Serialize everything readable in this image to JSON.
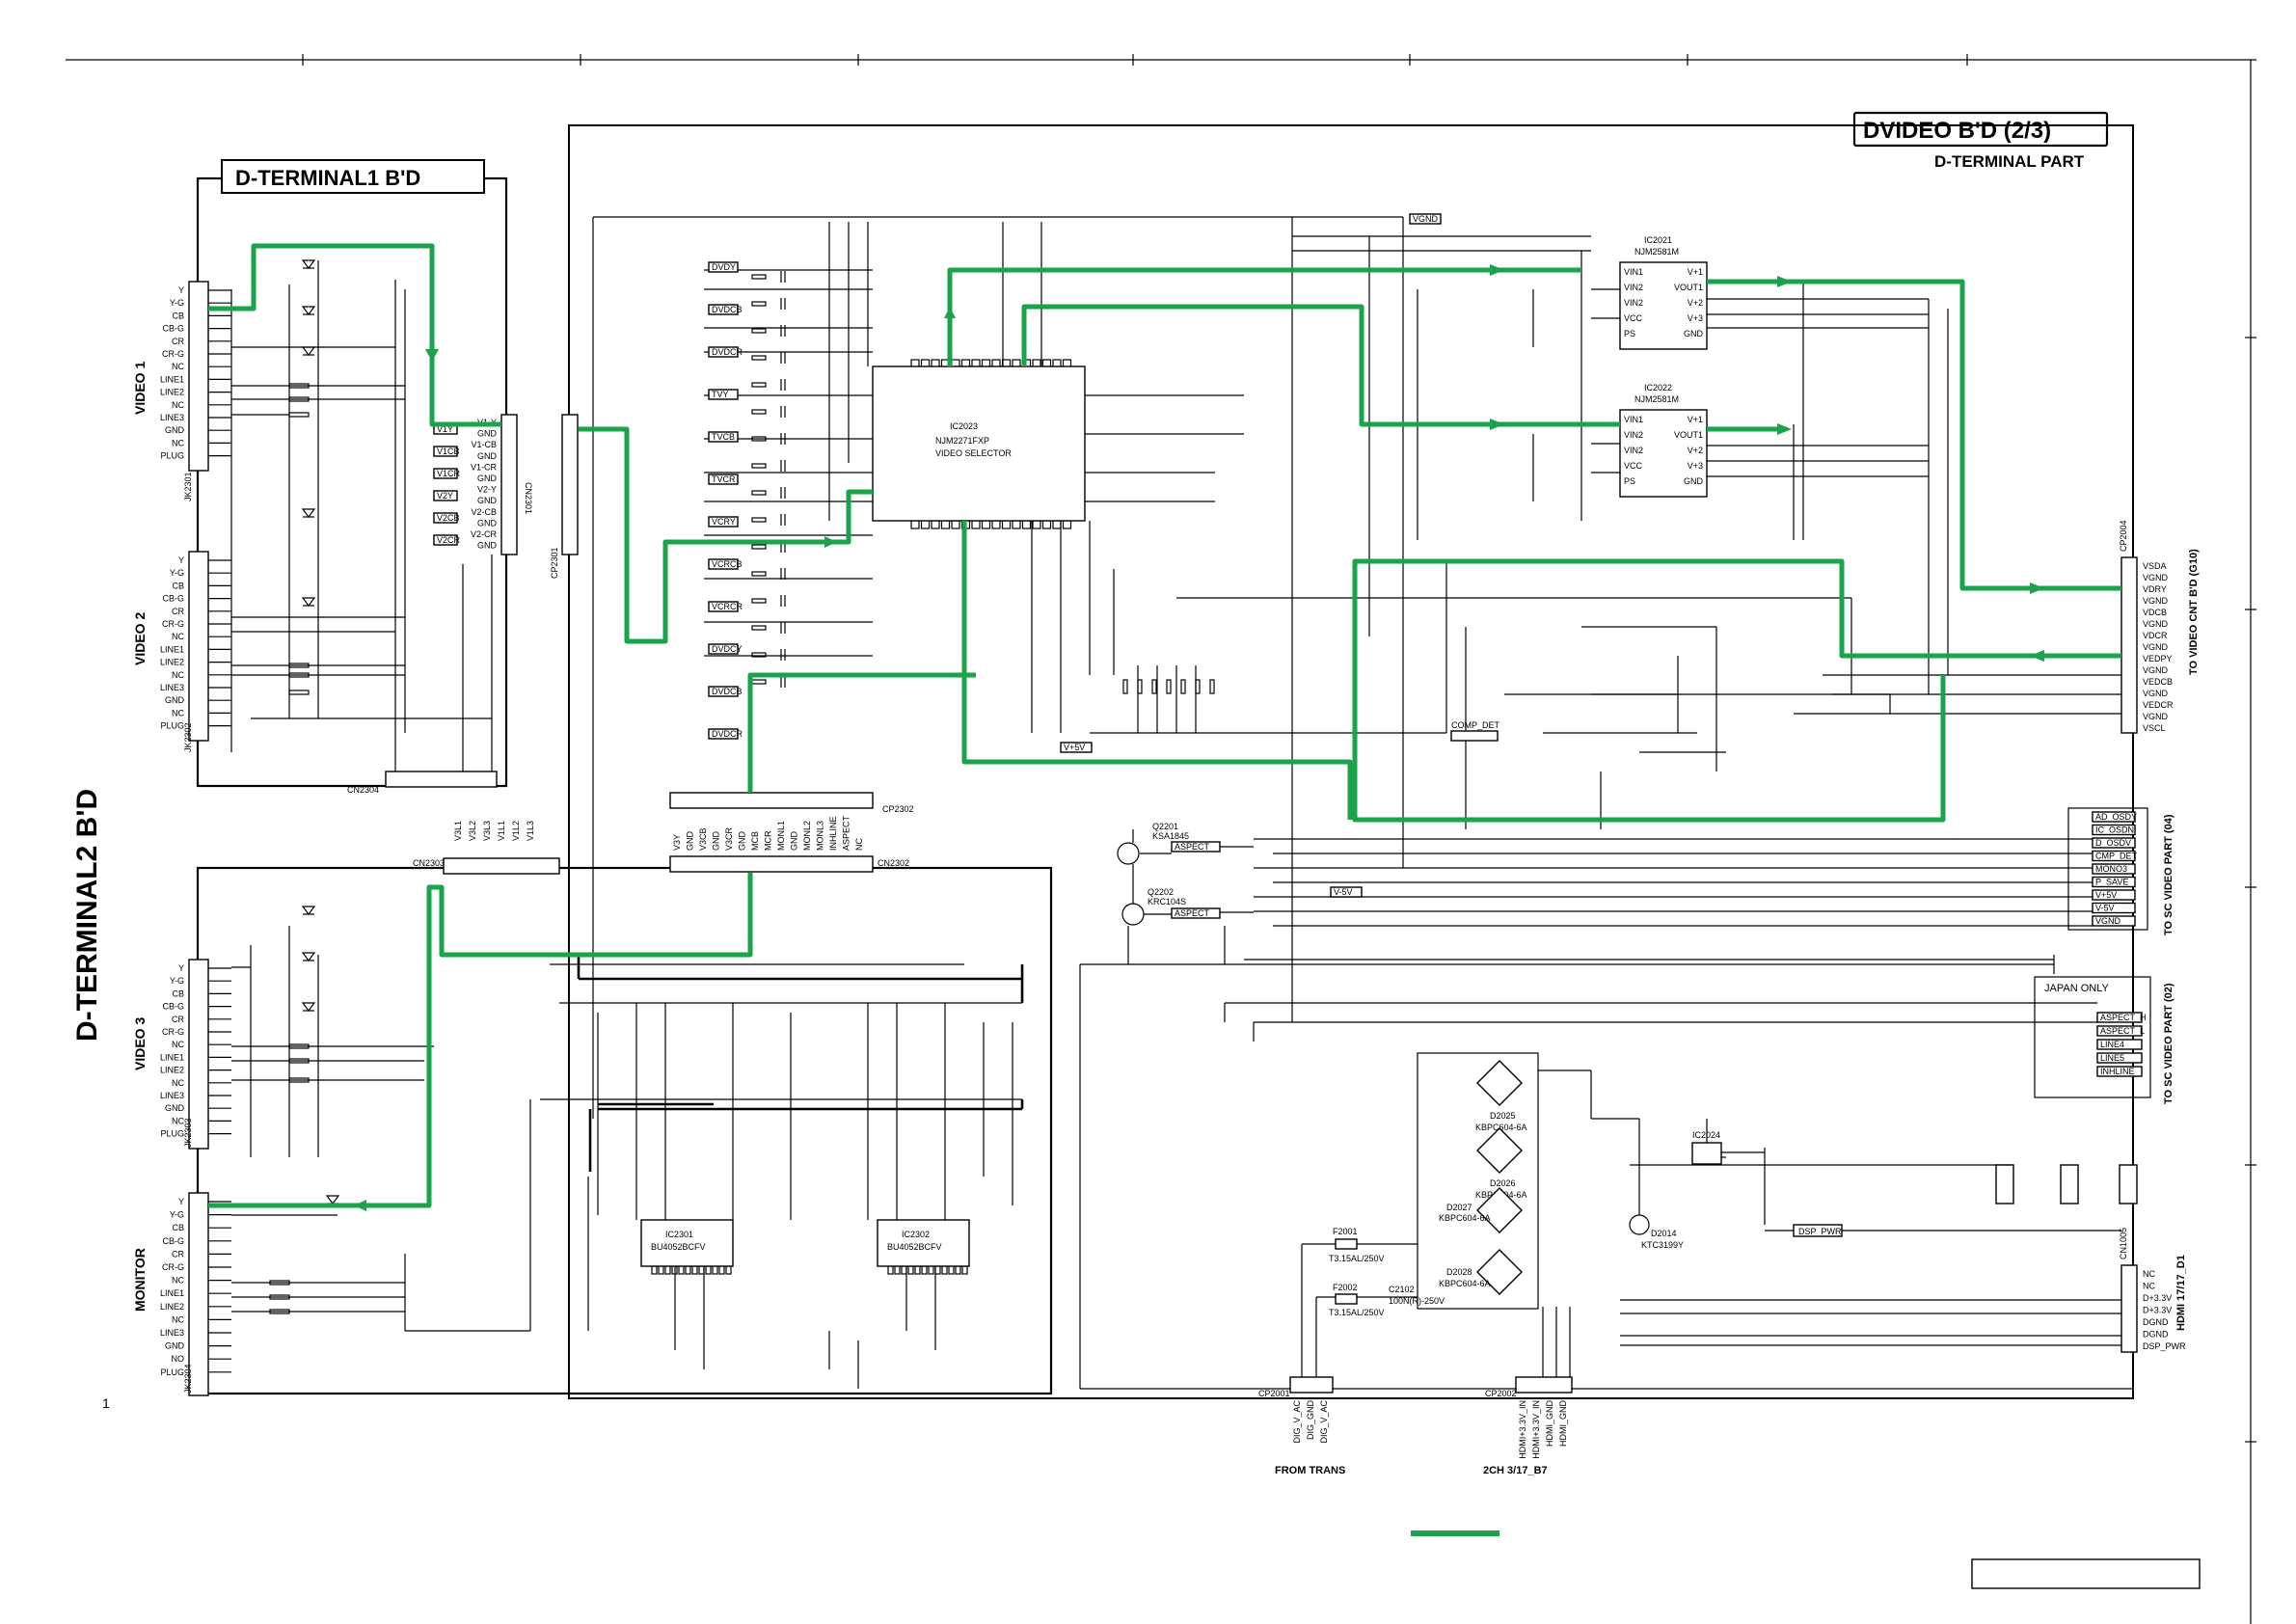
{
  "sheet": {
    "title": "DVIDEO B'D (2/3)",
    "subtitle": "D-TERMINAL PART",
    "page_number": "1"
  },
  "boards": {
    "dterm1": "D-TERMINAL1 B'D",
    "dterm2": "D-TERMINAL2 B'D"
  },
  "jacks": {
    "video1": {
      "label": "VIDEO 1",
      "ref": "JK2301",
      "pins": [
        "Y",
        "Y-G",
        "CB",
        "CB-G",
        "CR",
        "CR-G",
        "NC",
        "LINE1",
        "LINE2",
        "NC",
        "LINE3",
        "GND",
        "NC",
        "PLUG"
      ]
    },
    "video2": {
      "label": "VIDEO 2",
      "ref": "JK2302",
      "pins": [
        "Y",
        "Y-G",
        "CB",
        "CB-G",
        "CR",
        "CR-G",
        "NC",
        "LINE1",
        "LINE2",
        "NC",
        "LINE3",
        "GND",
        "NC",
        "PLUG"
      ]
    },
    "video3": {
      "label": "VIDEO 3",
      "ref": "JK2303",
      "pins": [
        "Y",
        "Y-G",
        "CB",
        "CB-G",
        "CR",
        "CR-G",
        "NC",
        "LINE1",
        "LINE2",
        "NC",
        "LINE3",
        "GND",
        "NC",
        "PLUG"
      ]
    },
    "monitor": {
      "label": "MONITOR",
      "ref": "JK2304",
      "pins": [
        "Y",
        "Y-G",
        "CB",
        "CB-G",
        "CR",
        "CR-G",
        "NC",
        "LINE1",
        "LINE2",
        "NC",
        "LINE3",
        "GND",
        "NO",
        "PLUG"
      ]
    }
  },
  "connectors": {
    "cn2301": {
      "ref": "CN2301",
      "pins": [
        "V1-Y",
        "GND",
        "V1-CB",
        "GND",
        "V1-CR",
        "GND",
        "V2-Y",
        "GND",
        "V2-CB",
        "GND",
        "V2-CR",
        "GND"
      ]
    },
    "cn2304": {
      "ref": "CN2304"
    },
    "cn2303": {
      "ref": "CN2303",
      "pins": [
        "V3L1",
        "V3L2",
        "V3L3",
        "V1L1",
        "V1L2",
        "V1L3"
      ]
    },
    "cn2302": {
      "ref": "CN2302",
      "pins": [
        "V3Y",
        "GND",
        "V3CB",
        "GND",
        "V3CR",
        "GND",
        "MCB",
        "MCR",
        "MONL1",
        "GND",
        "MONL2",
        "MONL3",
        "INHLINE",
        "ASPECT",
        "NC"
      ]
    },
    "cp2301": {
      "ref": "CP2301"
    },
    "cp2302": {
      "ref": "CP2302"
    }
  },
  "net_labels_left": [
    "V1Y",
    "V1CB",
    "V1CR",
    "V2Y",
    "V2CB",
    "V2CR"
  ],
  "net_labels_mid": [
    "DVDY",
    "DVDCB",
    "DVDCR",
    "TVY",
    "TVCB",
    "TVCR",
    "VCRY",
    "VCRCB",
    "VCRCR",
    "DVDCY",
    "DVDCB",
    "DVDCR"
  ],
  "ics": {
    "ic2023": {
      "ref": "IC2023",
      "part": "NJM2271FXP",
      "name": "VIDEO SELECTOR"
    },
    "ic2021": {
      "ref": "IC2021",
      "part": "NJM2581M",
      "pins_l": [
        "VIN1",
        "VIN2",
        "VIN2",
        "VCC",
        "PS"
      ],
      "pins_r": [
        "V+1",
        "VOUT1",
        "V+2",
        "V+3",
        "GND"
      ]
    },
    "ic2022": {
      "ref": "IC2022",
      "part": "NJM2581M",
      "pins_l": [
        "VIN1",
        "VIN2",
        "VIN2",
        "VCC",
        "PS"
      ],
      "pins_r": [
        "V+1",
        "VOUT1",
        "V+2",
        "V+3",
        "GND"
      ]
    },
    "ic2301": {
      "ref": "IC2301",
      "part": "BU4052BCFV"
    },
    "ic2302": {
      "ref": "IC2302",
      "part": "BU4052BCFV"
    },
    "ic2024": {
      "ref": "IC2024"
    }
  },
  "diodes": [
    {
      "ref": "D2025",
      "part": "KBPC604-6A"
    },
    {
      "ref": "D2026",
      "part": "KBPC604-6A"
    },
    {
      "ref": "D2027",
      "part": "KBPC604-6A"
    },
    {
      "ref": "D2028",
      "part": "KBPC604-6A"
    }
  ],
  "transistors": [
    {
      "ref": "Q2201",
      "part": "KSA1845"
    },
    {
      "ref": "Q2202",
      "part": "KRC104S"
    },
    {
      "ref": "D2014",
      "part": "KTC3199Y"
    }
  ],
  "fuses": [
    {
      "ref": "F2001",
      "rating": "T3.15AL/250V"
    },
    {
      "ref": "F2002",
      "rating": "T3.15AL/250V"
    }
  ],
  "right_connectors": {
    "video_cnt": {
      "ref": "CP2004",
      "title": "TO VIDEO CNT B'D (G10)",
      "pins": [
        "VSDA",
        "VGND",
        "VDRY",
        "VGND",
        "VDCB",
        "VGND",
        "VDCR",
        "VGND",
        "VEDPY",
        "VGND",
        "VEDCB",
        "VGND",
        "VEDCR",
        "VGND",
        "VSCL"
      ]
    },
    "sc_video_04": {
      "title": "TO SC VIDEO PART (04)",
      "pins": [
        "AD_OSDY",
        "IC_OSDN",
        "D_OSDV",
        "CMP_DET",
        "MONO3",
        "P_SAVE",
        "V+5V",
        "V-5V",
        "VGND"
      ]
    },
    "sc_video_02": {
      "title": "TO SC VIDEO PART (02)",
      "note": "JAPAN ONLY",
      "pins": [
        "ASPECT_H",
        "ASPECT_L",
        "LINE4",
        "LINE5",
        "INHLINE"
      ]
    },
    "hdmi": {
      "ref": "CN1005",
      "title": "HDMI 17/17_D1",
      "pins": [
        "NC",
        "NC",
        "D+3.3V",
        "D+3.3V",
        "DGND",
        "DGND",
        "DSP_PWR"
      ]
    }
  },
  "bottom_connectors": {
    "cp2001": {
      "ref": "CP2001",
      "pins": [
        "DIG_V_AC",
        "DIG_GND",
        "DIG_V_AC"
      ],
      "caption": "FROM TRANS"
    },
    "cp2002": {
      "ref": "CP2002",
      "pins": [
        "HDMI+3.3V_IN",
        "HDMI+3.3V_IN",
        "HDMI_GND",
        "HDMI_GND"
      ],
      "caption": "2CH 3/17_B7"
    }
  },
  "misc_labels": {
    "cap_c2102": "C2102",
    "cap_c2102_val": "100N(R)-250V",
    "dsp_pwr": "DSP_PWR",
    "comp_det": "COMP_DET",
    "aspect": "ASPECT",
    "v5v": "V+5V",
    "v5vn": "V-5V",
    "vgnd": "VGND"
  },
  "colors": {
    "signal_path": "#1aa34a",
    "wire": "#000000",
    "background": "#ffffff"
  }
}
